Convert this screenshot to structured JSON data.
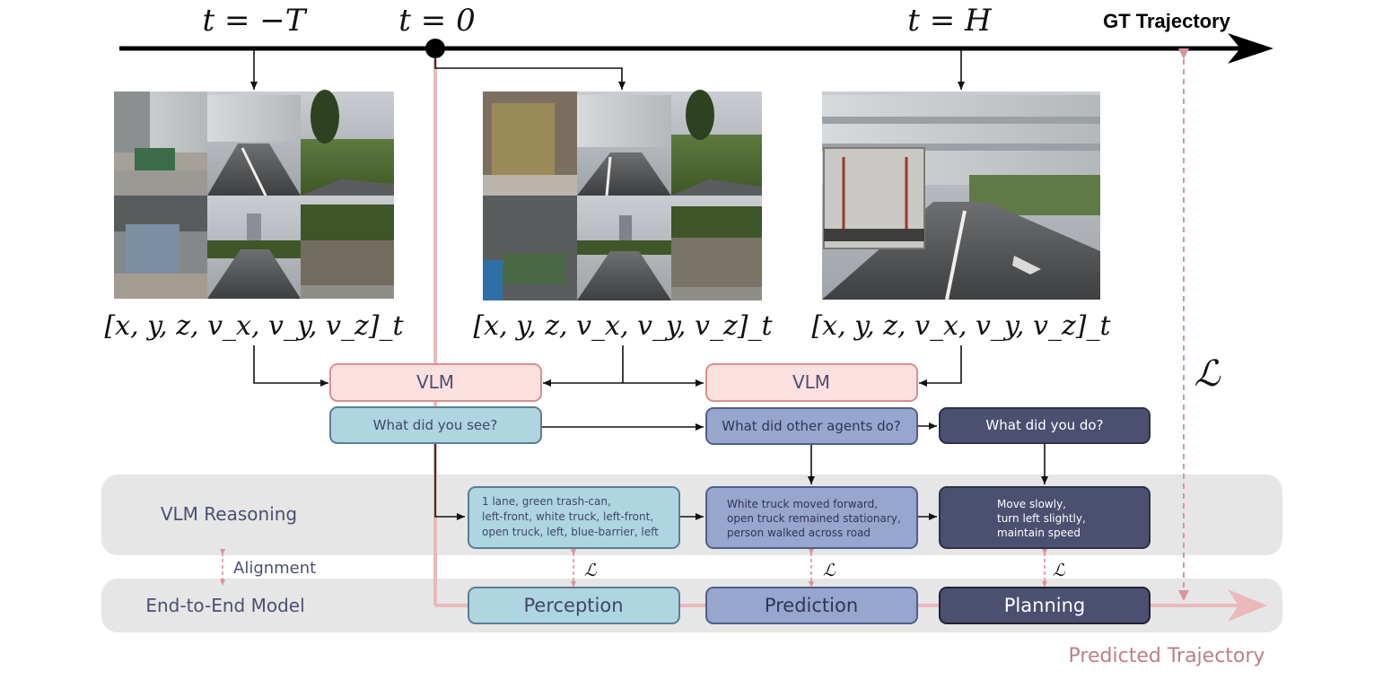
{
  "timeline": {
    "t_minus_T": "t = −T",
    "t_zero": "t = 0",
    "t_H": "t = H",
    "gt_trajectory": "GT Trajectory"
  },
  "state_vector": "[x, y, z, v_x, v_y, v_z]_t",
  "loss_symbol": "ℒ",
  "vlm": {
    "left_label": "VLM",
    "right_label": "VLM"
  },
  "questions": {
    "see": "What did you see?",
    "agents": "What did other agents do?",
    "do": "What did you do?"
  },
  "reasoning": {
    "band_label": "VLM Reasoning",
    "perception_answer": [
      "1 lane, green trash-can,",
      "left-front, white truck, left-front,",
      "open truck, left, blue-barrier, left"
    ],
    "prediction_answer": [
      "White truck moved forward,",
      "open truck remained stationary,",
      "person walked across road"
    ],
    "planning_answer": [
      "Move slowly,",
      "turn left slightly,",
      "maintain speed"
    ]
  },
  "alignment_label": "Alignment",
  "e2e": {
    "band_label": "End-to-End Model",
    "perception": "Perception",
    "prediction": "Prediction",
    "planning": "Planning"
  },
  "predicted_trajectory": "Predicted Trajectory",
  "colors": {
    "vlm_fill": "#fde0e0",
    "vlm_stroke": "#d98e94",
    "light_blue": "#aed5e0",
    "light_blue_stroke": "#5a7e96",
    "mid_blue": "#97a6cc",
    "mid_blue_stroke": "#4f5e8a",
    "dark_navy": "#4b4f70",
    "band_gray": "#e6e6e6",
    "pink_line": "#ebb8bc",
    "pink_dashed": "#d9939b",
    "label_text": "#4a5070",
    "predicted_text": "#b98088"
  }
}
